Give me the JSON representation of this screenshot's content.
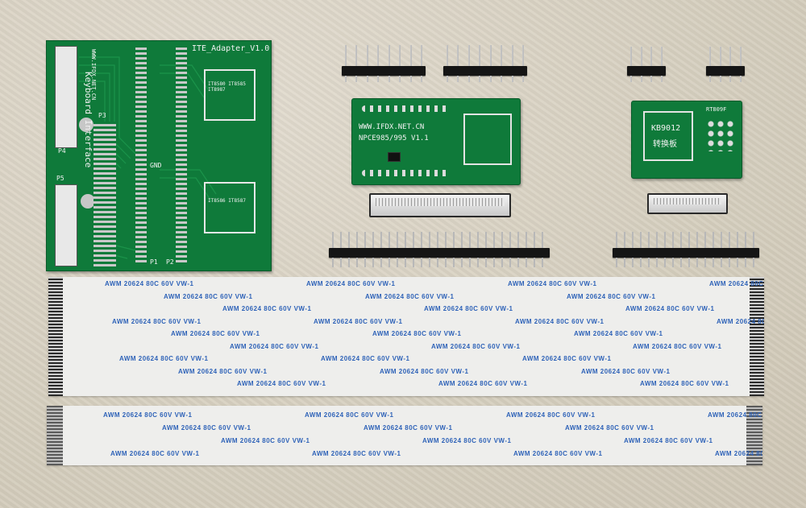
{
  "adapter_board": {
    "title": "ITE_Adapter_V1.0",
    "url": "WWW.IFDX.NET.CN",
    "subtitle": "Keyboard Interface",
    "chip_label_1": "IT8580 IT8585 IT8987",
    "chip_label_2": "IT8586 IT8587",
    "gnd_label": "GND",
    "p3_label": "P3",
    "p4_label": "P4",
    "p5_label": "P5",
    "p1_label": "P1",
    "p2_label": "P2"
  },
  "npcx_board": {
    "url": "WWW.IFDX.NET.CN",
    "model": "NPCE985/995 V1.1"
  },
  "kb_board": {
    "chip": "KB9012",
    "sub": "转换板",
    "part": "RT809F"
  },
  "cable_text": "AWM 20624 80C 60V VW-1"
}
